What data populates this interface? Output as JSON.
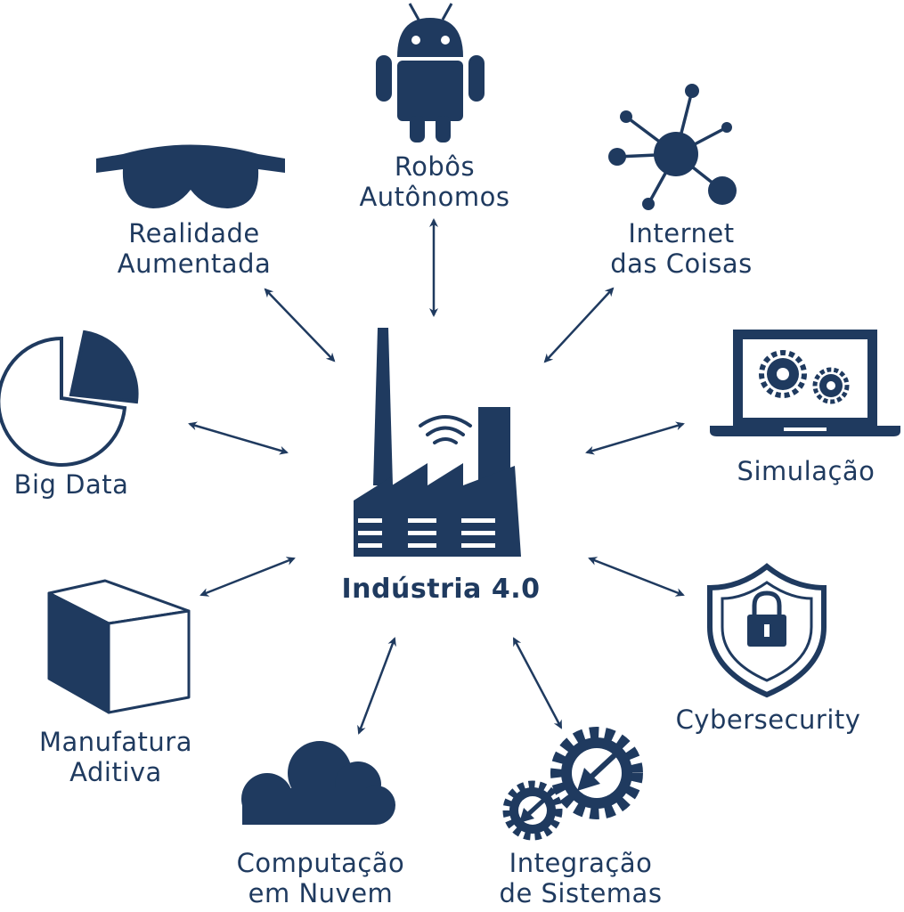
{
  "colors": {
    "primary": "#1f3a5f",
    "background": "#ffffff"
  },
  "center": {
    "label": "Indústria 4.0",
    "icon": "factory-icon"
  },
  "nodes": {
    "robos": {
      "line1": "Robôs",
      "line2": "Autônomos",
      "icon": "robot-icon"
    },
    "realidade": {
      "line1": "Realidade",
      "line2": "Aumentada",
      "icon": "vr-goggles-icon"
    },
    "iot": {
      "line1": "Internet",
      "line2": "das Coisas",
      "icon": "network-nodes-icon"
    },
    "bigdata": {
      "line1": "Big Data",
      "icon": "pie-chart-icon"
    },
    "simulacao": {
      "line1": "Simulação",
      "icon": "laptop-gears-icon"
    },
    "manufatura": {
      "line1": "Manufatura",
      "line2": "Aditiva",
      "icon": "cube-icon"
    },
    "cyber": {
      "line1": "Cybersecurity",
      "icon": "shield-lock-icon"
    },
    "computacao": {
      "line1": "Computação",
      "line2": "em Nuvem",
      "icon": "cloud-icon"
    },
    "integracao": {
      "line1": "Integração",
      "line2": "de Sistemas",
      "icon": "gears-arrow-icon"
    }
  }
}
